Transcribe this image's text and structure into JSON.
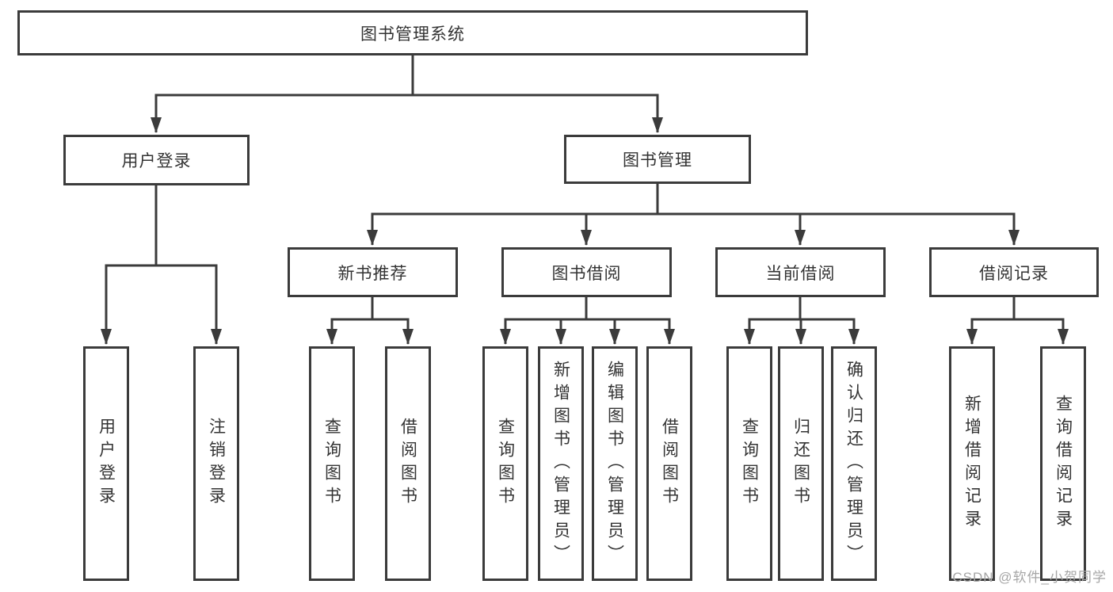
{
  "diagram": {
    "type": "hierarchy-tree",
    "tree": {
      "label": "图书管理系统",
      "children": [
        {
          "label": "用户登录",
          "children": [
            {
              "label": "用户登录"
            },
            {
              "label": "注销登录"
            }
          ]
        },
        {
          "label": "图书管理",
          "children": [
            {
              "label": "新书推荐",
              "children": [
                {
                  "label": "查询图书"
                },
                {
                  "label": "借阅图书"
                }
              ]
            },
            {
              "label": "图书借阅",
              "children": [
                {
                  "label": "查询图书"
                },
                {
                  "label": "新增图书（管理员）"
                },
                {
                  "label": "编辑图书（管理员）"
                },
                {
                  "label": "借阅图书"
                }
              ]
            },
            {
              "label": "当前借阅",
              "children": [
                {
                  "label": "查询图书"
                },
                {
                  "label": "归还图书"
                },
                {
                  "label": "确认归还（管理员）"
                }
              ]
            },
            {
              "label": "借阅记录",
              "children": [
                {
                  "label": "新增借阅记录"
                },
                {
                  "label": "查询借阅记录"
                }
              ]
            }
          ]
        }
      ]
    }
  },
  "watermark": "CSDN @软件_小贺同学",
  "colors": {
    "line": "#3b3b3b",
    "text": "#333333",
    "watermark": "#a6a6a6",
    "bg": "#ffffff"
  }
}
